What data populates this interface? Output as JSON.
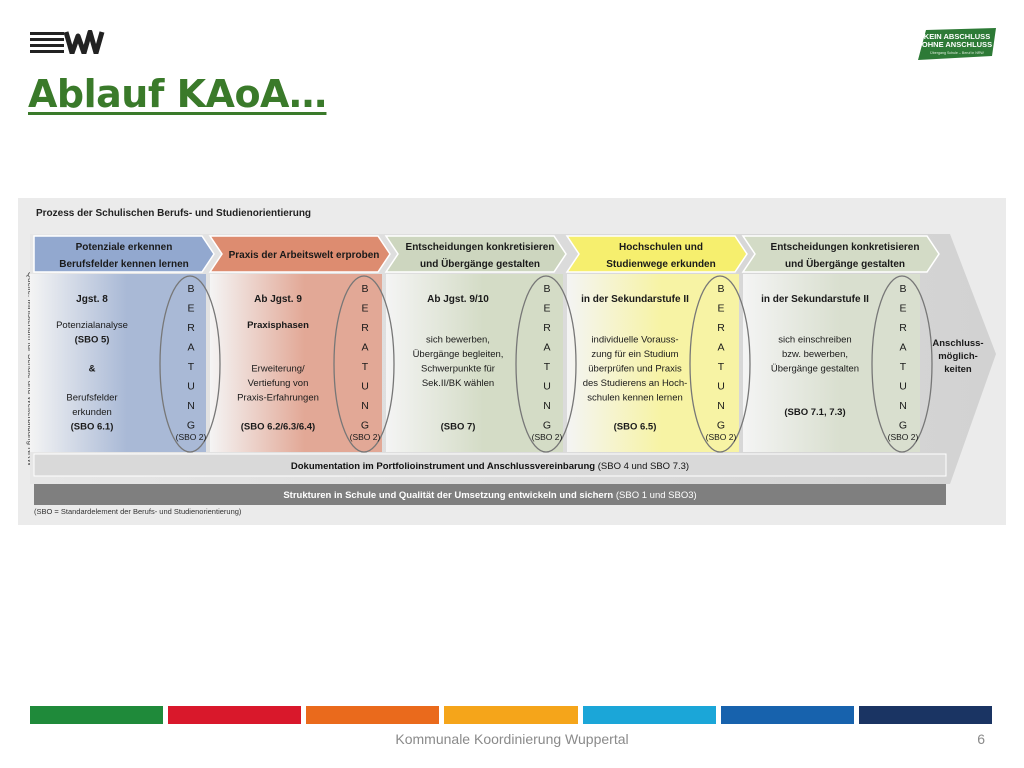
{
  "header": {
    "title": "Ablauf KAoA…",
    "logo_left": "wuppertal-logo",
    "logo_right": {
      "line1": "KEIN ABSCHLUSS",
      "line2": "OHNE ANSCHLUSS",
      "line3": "Übergang Schule – Beruf in NRW"
    }
  },
  "diagram": {
    "title": "Prozess der Schulischen Berufs- und Studienorientierung",
    "source": "Quelle: Ministerium für Schule und Weiterbildung NRW",
    "phases": [
      {
        "header": [
          "Potenziale erkennen",
          "Berufsfelder kennen lernen"
        ],
        "level": "Jgst. 8",
        "body": [
          "Potenzialanalyse",
          "(SBO 5)",
          "",
          "&",
          "",
          "Berufsfelder",
          "erkunden",
          "(SBO 6.1)"
        ],
        "color": "#a9b9d6"
      },
      {
        "header": [
          "Praxis der Arbeitswelt erproben"
        ],
        "level": "Ab Jgst. 9",
        "body": [
          "Praxisphasen",
          "",
          "",
          "Erweiterung/",
          "Vertiefung von",
          "Praxis-Erfahrungen",
          "",
          "(SBO 6.2/6.3/6.4)"
        ],
        "color": "#e2a896"
      },
      {
        "header": [
          "Entscheidungen konkretisieren",
          "und Übergänge gestalten"
        ],
        "level": "Ab Jgst. 9/10",
        "body": [
          "",
          "sich bewerben,",
          "Übergänge begleiten,",
          "Schwerpunkte für",
          "Sek.II/BK wählen",
          "",
          "",
          "(SBO 7)"
        ],
        "color": "#d4dcc6"
      },
      {
        "header": [
          "Hochschulen und",
          "Studienwege erkunden"
        ],
        "level": "in der Sekundarstufe II",
        "body": [
          "",
          "individuelle Vorauss-",
          "zung für ein Studium",
          "überprüfen und Praxis",
          "des Studierens an Hoch-",
          "schulen kennen lernen",
          "",
          "(SBO 6.5)"
        ],
        "color": "#f7f3a4"
      },
      {
        "header": [
          "Entscheidungen konkretisieren",
          "und Übergänge gestalten"
        ],
        "level": "in der Sekundarstufe II",
        "body": [
          "",
          "sich einschreiben",
          "bzw. bewerben,",
          "Übergänge gestalten",
          "",
          "",
          "(SBO 7.1, 7.3)"
        ],
        "color": "#d9dfcf"
      }
    ],
    "beratung_letters": [
      "B",
      "E",
      "R",
      "A",
      "T",
      "U",
      "N",
      "G"
    ],
    "beratung_sbo": "(SBO 2)",
    "arrow_label": [
      "Anschluss-",
      "möglich-",
      "keiten"
    ],
    "band_documentation": {
      "bold": "Dokumentation im Portfolioinstrument und Anschlussvereinbarung",
      "rest": " (SBO 4 und SBO 7.3)"
    },
    "band_structures": {
      "bold": "Strukturen in Schule und Qualität der Umsetzung entwickeln und sichern",
      "rest": " (SBO 1 und SBO3)"
    },
    "footnote": "(SBO = Standardelement der Berufs- und Studienorientierung)"
  },
  "footer": {
    "text": "Kommunale Koordinierung Wuppertal",
    "page": "6",
    "bar_colors": [
      "#1f8a3a",
      "#d9182b",
      "#ea6a1c",
      "#f5a51a",
      "#1ba6d8",
      "#1762ad",
      "#1a3463"
    ]
  }
}
